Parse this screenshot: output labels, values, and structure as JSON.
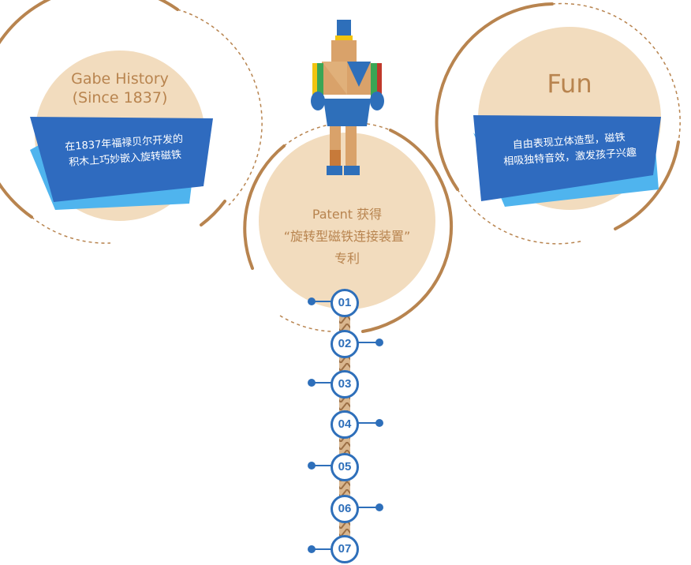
{
  "circles": {
    "left": {
      "title_line1": "Gabe History",
      "title_line2": "(Since 1837)",
      "banner_line1": "在1837年福禄贝尔开发的",
      "banner_line2": "积木上巧妙嵌入旋转磁铁"
    },
    "center": {
      "title_line1": "Patent 获得",
      "title_line2": "“旋转型磁铁连接装置”",
      "title_line3": "专利"
    },
    "right": {
      "title": "Fun",
      "banner_line1": "自由表现立体造型，磁铁",
      "banner_line2": "相吸独特音效，激发孩子兴趣"
    }
  },
  "timeline": {
    "nodes": [
      "01",
      "02",
      "03",
      "04",
      "05",
      "06",
      "07"
    ]
  },
  "colors": {
    "circle_fill": "#f2dcbe",
    "arc": "#b8844f",
    "banner_dark": "#2f6bbf",
    "banner_light": "#4fb4ee",
    "node": "#2e6fba",
    "text": "#b8844f"
  }
}
